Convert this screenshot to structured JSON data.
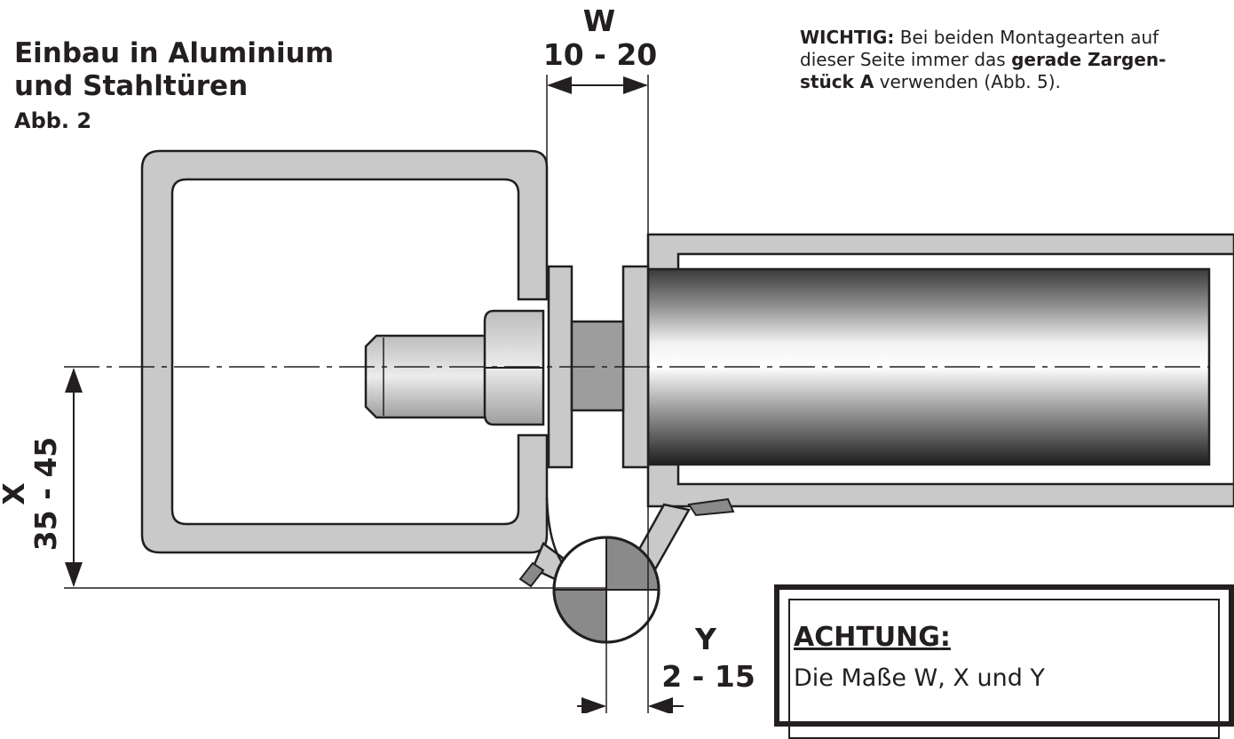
{
  "heading": {
    "line1": "Einbau in Aluminium",
    "line2": "und Stahltüren",
    "figure": "Abb. 2"
  },
  "note": {
    "label": "WICHTIG:",
    "text1": " Bei beiden Montagearten auf dieser Seite immer das ",
    "bold": "gerade Zargen-stück A",
    "text2": " verwenden (Abb. 5)."
  },
  "dimensions": {
    "w": {
      "label": "W",
      "value": "10 - 20"
    },
    "x": {
      "label": "X",
      "value": "35 - 45"
    },
    "y": {
      "label": "Y",
      "value": "2 - 15"
    }
  },
  "warning": {
    "title": "ACHTUNG",
    "colon": ":",
    "text": "Die Maße W, X und Y"
  },
  "colors": {
    "line": "#231f20",
    "profile_fill": "#c9c9c9",
    "bolt_fill": "#dedede",
    "dark_fill": "#8a8a8a"
  }
}
